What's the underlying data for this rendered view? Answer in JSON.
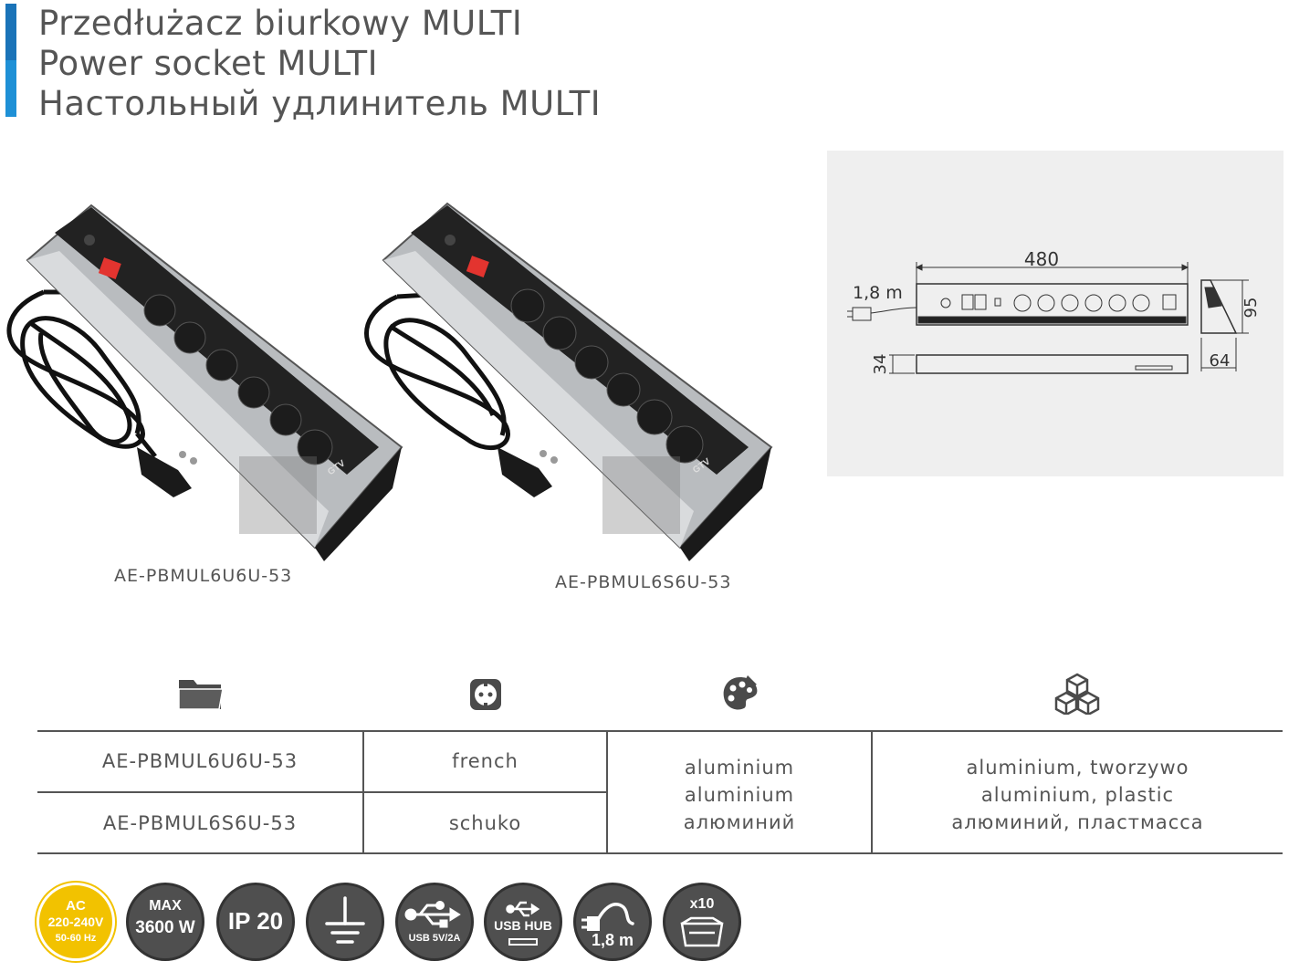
{
  "header": {
    "accent_colors": [
      "#1a73b8",
      "#1e90d6"
    ],
    "title_pl": "Przedłużacz biurkowy MULTI",
    "title_en": "Power socket MULTI",
    "title_ru": "Настольный удлинитель MULTI"
  },
  "products": [
    {
      "code": "AE-PBMUL6U6U-53",
      "socket_type": "french"
    },
    {
      "code": "AE-PBMUL6S6U-53",
      "socket_type": "schuko"
    }
  ],
  "drawing": {
    "length": "480",
    "cable": "1,8 m",
    "height": "34",
    "depth": "95",
    "width": "64"
  },
  "table": {
    "header_icons": [
      "folder-icon",
      "socket-icon",
      "palette-icon",
      "cubes-icon"
    ],
    "color_lines": [
      "aluminium",
      "aluminium",
      "алюминий"
    ],
    "material_lines": [
      "aluminium, tworzywo",
      "aluminium, plastic",
      "алюминий, пластмасса"
    ]
  },
  "badges": [
    {
      "icon": "voltage-badge",
      "lines": [
        "AC",
        "220-240V",
        "50-60 Hz"
      ],
      "color": "#f2c200"
    },
    {
      "icon": "power-badge",
      "lines": [
        "MAX",
        "3600 W"
      ],
      "color": "#4f4f4f"
    },
    {
      "icon": "ip-badge",
      "lines": [
        "IP 20"
      ],
      "color": "#4f4f4f"
    },
    {
      "icon": "ground-icon",
      "lines": [],
      "color": "#4f4f4f"
    },
    {
      "icon": "usb-icon",
      "lines": [
        "USB 5V/2A"
      ],
      "color": "#4f4f4f"
    },
    {
      "icon": "usb-hub-icon",
      "lines": [
        "USB HUB"
      ],
      "color": "#4f4f4f"
    },
    {
      "icon": "cable-icon",
      "lines": [
        "1,8 m"
      ],
      "color": "#4f4f4f"
    },
    {
      "icon": "package-icon",
      "lines": [
        "x10"
      ],
      "color": "#4f4f4f"
    }
  ]
}
